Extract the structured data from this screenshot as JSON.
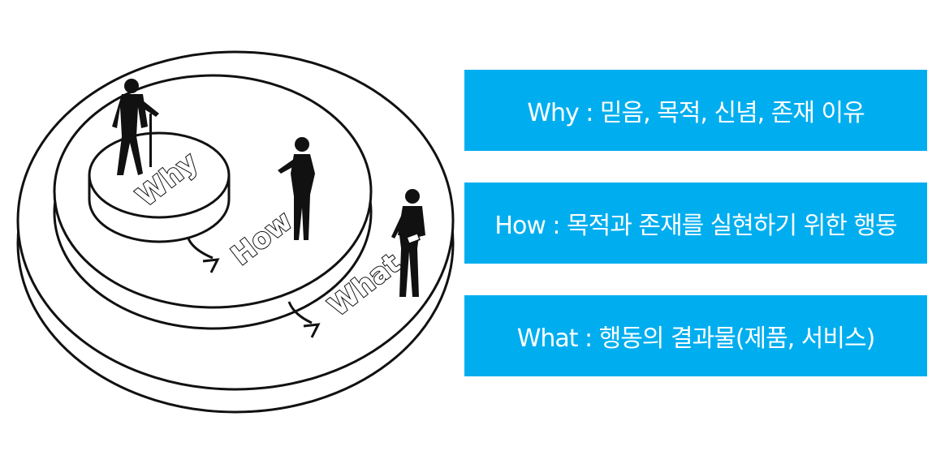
{
  "colors": {
    "box_background": "#00aeef",
    "box_text": "#ffffff",
    "line": "#111111",
    "figure": "#111111"
  },
  "diagram": {
    "labels": {
      "why": "Why",
      "how": "How",
      "what": "What"
    },
    "icons": [
      "person-silhouette-icon",
      "down-arrow-icon"
    ]
  },
  "boxes": [
    {
      "id": "why",
      "text": "Why : 믿음, 목적, 신념, 존재 이유"
    },
    {
      "id": "how",
      "text": "How : 목적과 존재를 실현하기 위한 행동"
    },
    {
      "id": "what",
      "text": "What : 행동의 결과물(제품, 서비스)"
    }
  ]
}
